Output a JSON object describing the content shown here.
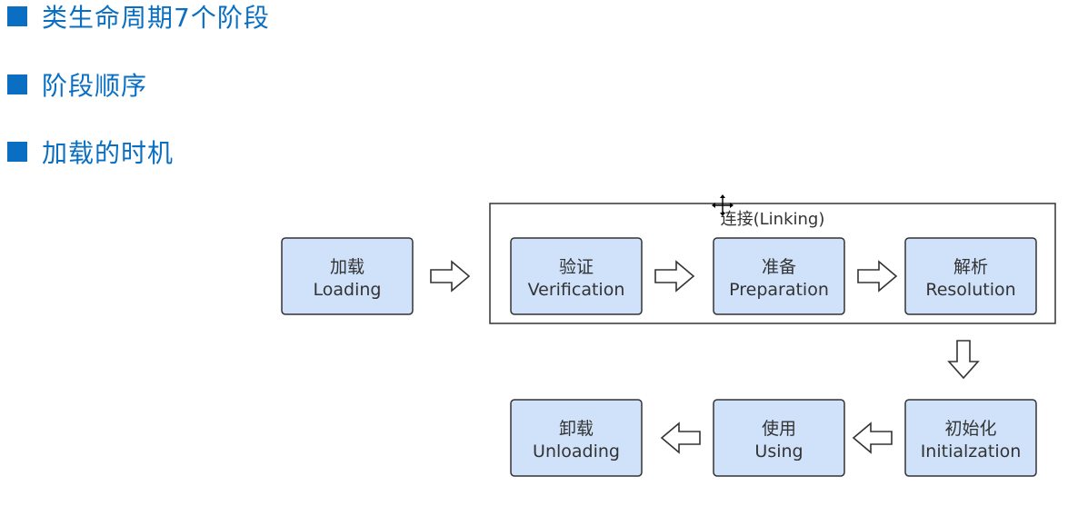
{
  "bullets": [
    {
      "text": "类生命周期7个阶段"
    },
    {
      "text": "阶段顺序"
    },
    {
      "text": "加载的时机"
    }
  ],
  "colors": {
    "bullet_accent": "#0a6fc2",
    "box_fill": "#cfe2fa",
    "box_stroke": "#333333"
  },
  "diagram": {
    "linking_group": {
      "label": "连接(Linking)"
    },
    "stages": {
      "loading": {
        "cn": "加载",
        "en": "Loading"
      },
      "verification": {
        "cn": "验证",
        "en": "Verification"
      },
      "preparation": {
        "cn": "准备",
        "en": "Preparation"
      },
      "resolution": {
        "cn": "解析",
        "en": "Resolution"
      },
      "initialization": {
        "cn": "初始化",
        "en": "Initialzation"
      },
      "using": {
        "cn": "使用",
        "en": "Using"
      },
      "unloading": {
        "cn": "卸载",
        "en": "Unloading"
      }
    }
  }
}
